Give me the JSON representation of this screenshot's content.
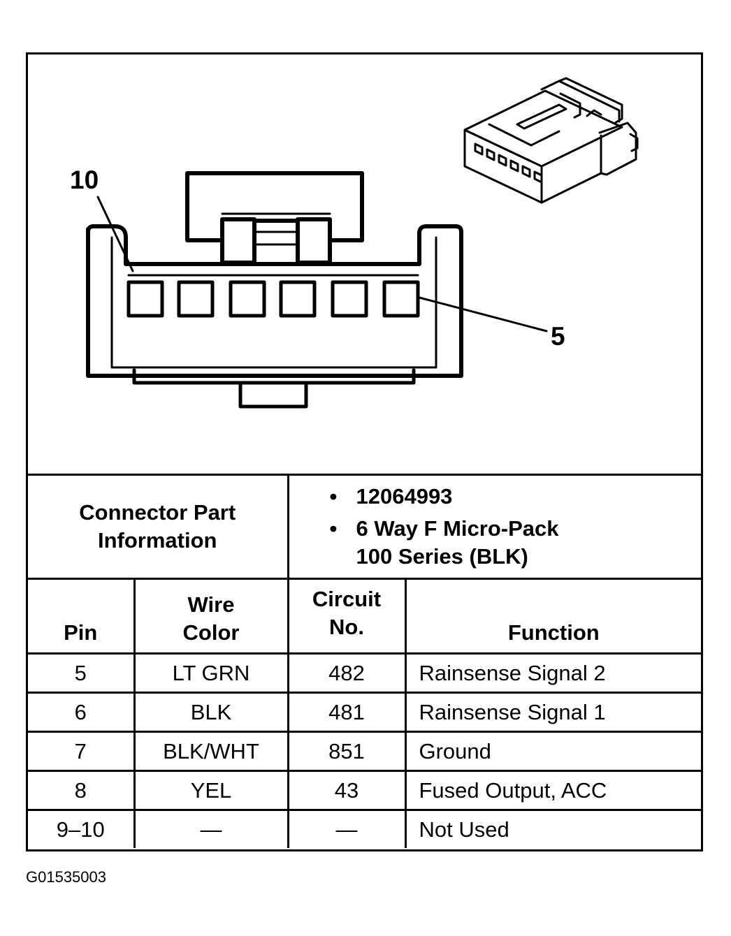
{
  "diagram": {
    "callouts": {
      "pin_10": "10",
      "pin_5": "5"
    }
  },
  "connector_info": {
    "label": "Connector Part Information",
    "part_number": "12064993",
    "description_line1": "6 Way F Micro-Pack",
    "description_line2": "100 Series (BLK)"
  },
  "table": {
    "headers": {
      "pin": "Pin",
      "wire_color_line1": "Wire",
      "wire_color_line2": "Color",
      "circuit_line1": "Circuit",
      "circuit_line2": "No.",
      "function": "Function"
    },
    "rows": [
      {
        "pin": "5",
        "wire_color": "LT GRN",
        "circuit": "482",
        "function": "Rainsense Signal 2"
      },
      {
        "pin": "6",
        "wire_color": "BLK",
        "circuit": "481",
        "function": "Rainsense Signal 1"
      },
      {
        "pin": "7",
        "wire_color": "BLK/WHT",
        "circuit": "851",
        "function": "Ground"
      },
      {
        "pin": "8",
        "wire_color": "YEL",
        "circuit": "43",
        "function": "Fused Output, ACC"
      },
      {
        "pin": "9–10",
        "wire_color": "—",
        "circuit": "—",
        "function": "Not Used"
      }
    ]
  },
  "figure_id": "G01535003"
}
